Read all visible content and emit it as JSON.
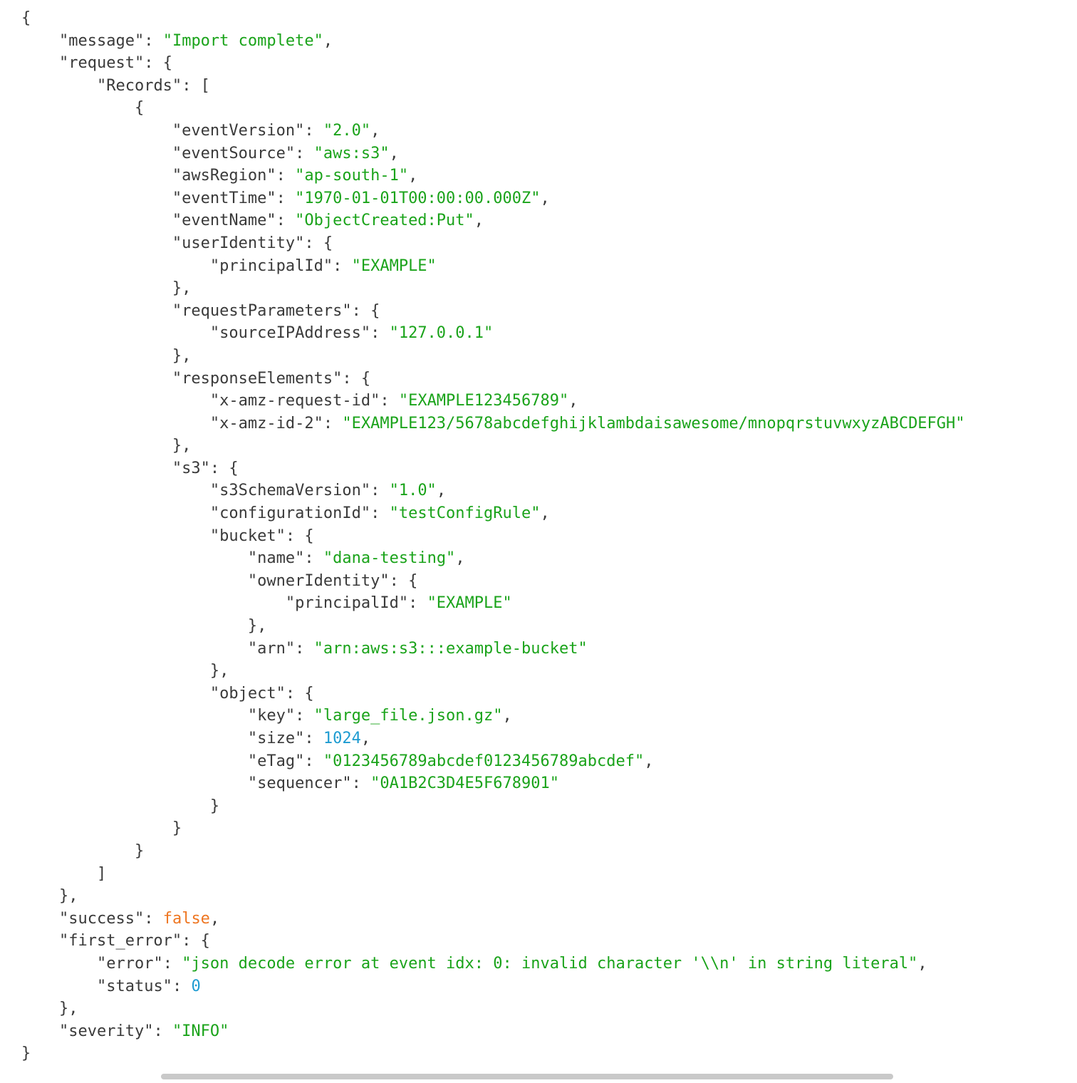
{
  "colors": {
    "background": "#ffffff",
    "key": "#3a3a3a",
    "punct": "#3a3a3a",
    "string": "#1aa31a",
    "number": "#1d9bd1",
    "boolean": "#ee7621",
    "scrollbar_thumb": "#c9c9c9"
  },
  "json_view": {
    "indent_unit": 4,
    "lines": [
      {
        "i": 0,
        "t": [
          [
            "p",
            "{"
          ]
        ]
      },
      {
        "i": 1,
        "t": [
          [
            "k",
            "\"message\""
          ],
          [
            "p",
            ": "
          ],
          [
            "s",
            "\"Import complete\""
          ],
          [
            "p",
            ","
          ]
        ]
      },
      {
        "i": 1,
        "t": [
          [
            "k",
            "\"request\""
          ],
          [
            "p",
            ": {"
          ]
        ]
      },
      {
        "i": 2,
        "t": [
          [
            "k",
            "\"Records\""
          ],
          [
            "p",
            ": ["
          ]
        ]
      },
      {
        "i": 3,
        "t": [
          [
            "p",
            "{"
          ]
        ]
      },
      {
        "i": 4,
        "t": [
          [
            "k",
            "\"eventVersion\""
          ],
          [
            "p",
            ": "
          ],
          [
            "s",
            "\"2.0\""
          ],
          [
            "p",
            ","
          ]
        ]
      },
      {
        "i": 4,
        "t": [
          [
            "k",
            "\"eventSource\""
          ],
          [
            "p",
            ": "
          ],
          [
            "s",
            "\"aws:s3\""
          ],
          [
            "p",
            ","
          ]
        ]
      },
      {
        "i": 4,
        "t": [
          [
            "k",
            "\"awsRegion\""
          ],
          [
            "p",
            ": "
          ],
          [
            "s",
            "\"ap-south-1\""
          ],
          [
            "p",
            ","
          ]
        ]
      },
      {
        "i": 4,
        "t": [
          [
            "k",
            "\"eventTime\""
          ],
          [
            "p",
            ": "
          ],
          [
            "s",
            "\"1970-01-01T00:00:00.000Z\""
          ],
          [
            "p",
            ","
          ]
        ]
      },
      {
        "i": 4,
        "t": [
          [
            "k",
            "\"eventName\""
          ],
          [
            "p",
            ": "
          ],
          [
            "s",
            "\"ObjectCreated:Put\""
          ],
          [
            "p",
            ","
          ]
        ]
      },
      {
        "i": 4,
        "t": [
          [
            "k",
            "\"userIdentity\""
          ],
          [
            "p",
            ": {"
          ]
        ]
      },
      {
        "i": 5,
        "t": [
          [
            "k",
            "\"principalId\""
          ],
          [
            "p",
            ": "
          ],
          [
            "s",
            "\"EXAMPLE\""
          ]
        ]
      },
      {
        "i": 4,
        "t": [
          [
            "p",
            "},"
          ]
        ]
      },
      {
        "i": 4,
        "t": [
          [
            "k",
            "\"requestParameters\""
          ],
          [
            "p",
            ": {"
          ]
        ]
      },
      {
        "i": 5,
        "t": [
          [
            "k",
            "\"sourceIPAddress\""
          ],
          [
            "p",
            ": "
          ],
          [
            "s",
            "\"127.0.0.1\""
          ]
        ]
      },
      {
        "i": 4,
        "t": [
          [
            "p",
            "},"
          ]
        ]
      },
      {
        "i": 4,
        "t": [
          [
            "k",
            "\"responseElements\""
          ],
          [
            "p",
            ": {"
          ]
        ]
      },
      {
        "i": 5,
        "t": [
          [
            "k",
            "\"x-amz-request-id\""
          ],
          [
            "p",
            ": "
          ],
          [
            "s",
            "\"EXAMPLE123456789\""
          ],
          [
            "p",
            ","
          ]
        ]
      },
      {
        "i": 5,
        "t": [
          [
            "k",
            "\"x-amz-id-2\""
          ],
          [
            "p",
            ": "
          ],
          [
            "s",
            "\"EXAMPLE123/5678abcdefghijklambdaisawesome/mnopqrstuvwxyzABCDEFGH\""
          ]
        ]
      },
      {
        "i": 4,
        "t": [
          [
            "p",
            "},"
          ]
        ]
      },
      {
        "i": 4,
        "t": [
          [
            "k",
            "\"s3\""
          ],
          [
            "p",
            ": {"
          ]
        ]
      },
      {
        "i": 5,
        "t": [
          [
            "k",
            "\"s3SchemaVersion\""
          ],
          [
            "p",
            ": "
          ],
          [
            "s",
            "\"1.0\""
          ],
          [
            "p",
            ","
          ]
        ]
      },
      {
        "i": 5,
        "t": [
          [
            "k",
            "\"configurationId\""
          ],
          [
            "p",
            ": "
          ],
          [
            "s",
            "\"testConfigRule\""
          ],
          [
            "p",
            ","
          ]
        ]
      },
      {
        "i": 5,
        "t": [
          [
            "k",
            "\"bucket\""
          ],
          [
            "p",
            ": {"
          ]
        ]
      },
      {
        "i": 6,
        "t": [
          [
            "k",
            "\"name\""
          ],
          [
            "p",
            ": "
          ],
          [
            "s",
            "\"dana-testing\""
          ],
          [
            "p",
            ","
          ]
        ]
      },
      {
        "i": 6,
        "t": [
          [
            "k",
            "\"ownerIdentity\""
          ],
          [
            "p",
            ": {"
          ]
        ]
      },
      {
        "i": 7,
        "t": [
          [
            "k",
            "\"principalId\""
          ],
          [
            "p",
            ": "
          ],
          [
            "s",
            "\"EXAMPLE\""
          ]
        ]
      },
      {
        "i": 6,
        "t": [
          [
            "p",
            "},"
          ]
        ]
      },
      {
        "i": 6,
        "t": [
          [
            "k",
            "\"arn\""
          ],
          [
            "p",
            ": "
          ],
          [
            "s",
            "\"arn:aws:s3:::example-bucket\""
          ]
        ]
      },
      {
        "i": 5,
        "t": [
          [
            "p",
            "},"
          ]
        ]
      },
      {
        "i": 5,
        "t": [
          [
            "k",
            "\"object\""
          ],
          [
            "p",
            ": {"
          ]
        ]
      },
      {
        "i": 6,
        "t": [
          [
            "k",
            "\"key\""
          ],
          [
            "p",
            ": "
          ],
          [
            "s",
            "\"large_file.json.gz\""
          ],
          [
            "p",
            ","
          ]
        ]
      },
      {
        "i": 6,
        "t": [
          [
            "k",
            "\"size\""
          ],
          [
            "p",
            ": "
          ],
          [
            "n",
            "1024"
          ],
          [
            "p",
            ","
          ]
        ]
      },
      {
        "i": 6,
        "t": [
          [
            "k",
            "\"eTag\""
          ],
          [
            "p",
            ": "
          ],
          [
            "s",
            "\"0123456789abcdef0123456789abcdef\""
          ],
          [
            "p",
            ","
          ]
        ]
      },
      {
        "i": 6,
        "t": [
          [
            "k",
            "\"sequencer\""
          ],
          [
            "p",
            ": "
          ],
          [
            "s",
            "\"0A1B2C3D4E5F678901\""
          ]
        ]
      },
      {
        "i": 5,
        "t": [
          [
            "p",
            "}"
          ]
        ]
      },
      {
        "i": 4,
        "t": [
          [
            "p",
            "}"
          ]
        ]
      },
      {
        "i": 3,
        "t": [
          [
            "p",
            "}"
          ]
        ]
      },
      {
        "i": 2,
        "t": [
          [
            "p",
            "]"
          ]
        ]
      },
      {
        "i": 1,
        "t": [
          [
            "p",
            "},"
          ]
        ]
      },
      {
        "i": 1,
        "t": [
          [
            "k",
            "\"success\""
          ],
          [
            "p",
            ": "
          ],
          [
            "b",
            "false"
          ],
          [
            "p",
            ","
          ]
        ]
      },
      {
        "i": 1,
        "t": [
          [
            "k",
            "\"first_error\""
          ],
          [
            "p",
            ": {"
          ]
        ]
      },
      {
        "i": 2,
        "t": [
          [
            "k",
            "\"error\""
          ],
          [
            "p",
            ": "
          ],
          [
            "s",
            "\"json decode error at event idx: 0: invalid character '\\\\n' in string literal\""
          ],
          [
            "p",
            ","
          ]
        ]
      },
      {
        "i": 2,
        "t": [
          [
            "k",
            "\"status\""
          ],
          [
            "p",
            ": "
          ],
          [
            "n",
            "0"
          ]
        ]
      },
      {
        "i": 1,
        "t": [
          [
            "p",
            "},"
          ]
        ]
      },
      {
        "i": 1,
        "t": [
          [
            "k",
            "\"severity\""
          ],
          [
            "p",
            ": "
          ],
          [
            "s",
            "\"INFO\""
          ]
        ]
      },
      {
        "i": 0,
        "t": [
          [
            "p",
            "}"
          ]
        ]
      }
    ]
  }
}
